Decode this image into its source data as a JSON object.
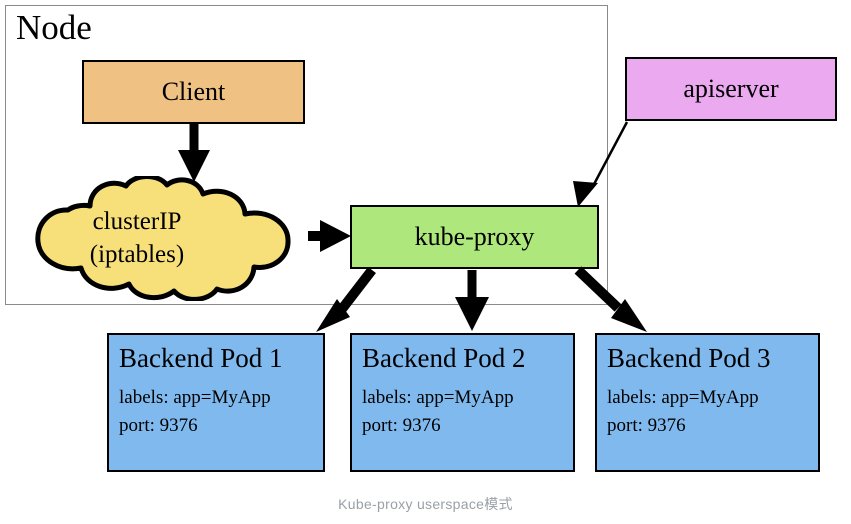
{
  "diagram": {
    "node_container": {
      "label": "Node"
    },
    "boxes": {
      "client": {
        "label": "Client",
        "color": "#EFC183"
      },
      "apiserver": {
        "label": "apiserver",
        "color": "#EBA9F0"
      },
      "kube_proxy": {
        "label": "kube-proxy",
        "color": "#AEE87C"
      }
    },
    "cloud": {
      "line1": "clusterIP",
      "line2": "(iptables)",
      "color": "#F7E07A"
    },
    "pods": [
      {
        "title": "Backend Pod 1",
        "labels_line": "labels: app=MyApp",
        "port_line": "port: 9376",
        "color": "#7FB9EE"
      },
      {
        "title": "Backend Pod 2",
        "labels_line": "labels: app=MyApp",
        "port_line": "port: 9376",
        "color": "#7FB9EE"
      },
      {
        "title": "Backend Pod 3",
        "labels_line": "labels: app=MyApp",
        "port_line": "port: 9376",
        "color": "#7FB9EE"
      }
    ],
    "edges": [
      {
        "from": "client",
        "to": "clusterIP",
        "style": "thick"
      },
      {
        "from": "clusterIP",
        "to": "kube-proxy",
        "style": "thick"
      },
      {
        "from": "apiserver",
        "to": "kube-proxy",
        "style": "thin"
      },
      {
        "from": "kube-proxy",
        "to": "Backend Pod 1",
        "style": "thick"
      },
      {
        "from": "kube-proxy",
        "to": "Backend Pod 2",
        "style": "thick"
      },
      {
        "from": "kube-proxy",
        "to": "Backend Pod 3",
        "style": "thick"
      }
    ]
  },
  "caption": {
    "text": "Kube-proxy userspace模式",
    "color": "#9aa0a6"
  }
}
